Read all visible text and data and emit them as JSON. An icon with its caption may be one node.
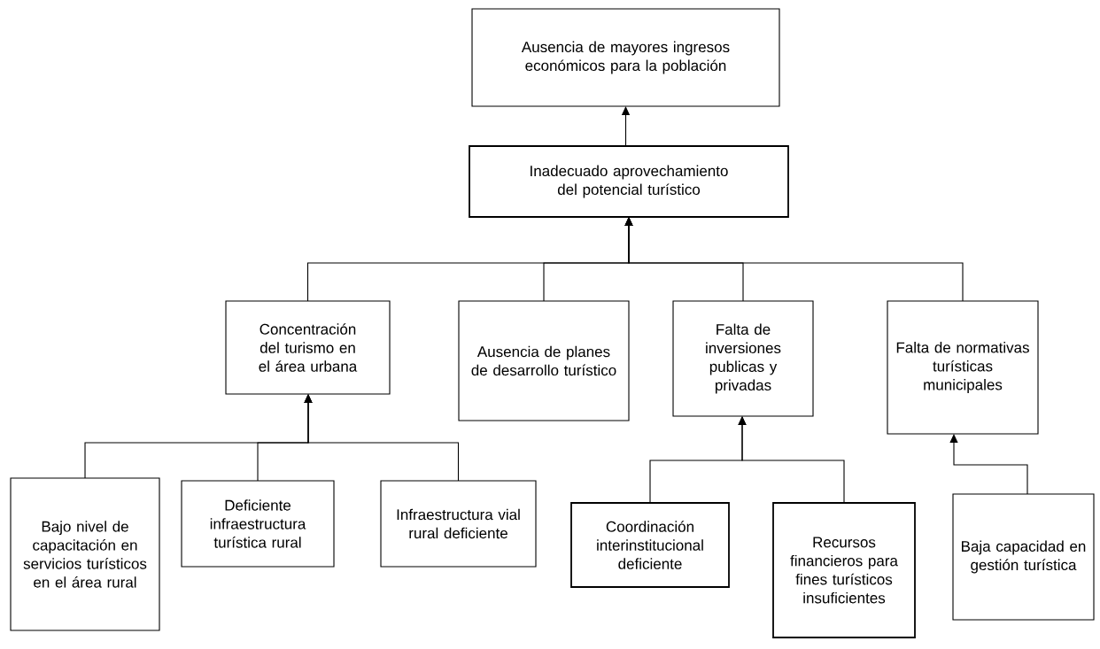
{
  "diagram": {
    "nodes": [
      {
        "text": [
          "Ausencia de mayores ingresos económicos para la población"
        ]
      },
      {
        "text": [
          "Inadecuado aprovechamiento del potencial turístico"
        ]
      },
      {
        "text": [
          "Concentración del turismo en el área urbana"
        ]
      },
      {
        "text": [
          "Ausencia de planes de desarrollo turístico"
        ]
      },
      {
        "text": [
          "Falta de inversiones publicas y privadas"
        ]
      },
      {
        "text": [
          "Falta de normativas turísticas municipales"
        ]
      },
      {
        "text": [
          "Bajo nivel de capacitación en servicios turísticos en el área rural"
        ]
      },
      {
        "text": [
          "Deficiente infraestructura turística rural"
        ]
      },
      {
        "text": [
          "Infraestructura vial rural deficiente"
        ]
      },
      {
        "text": [
          "Coordinación interinstitucional deficiente"
        ]
      },
      {
        "text": [
          "Recursos financieros para fines turísticos insuficientes"
        ]
      },
      {
        "text": [
          "Baja capacidad en gestión turística"
        ]
      }
    ],
    "edges": [
      {
        "from": 1,
        "to": 0,
        "arrow": "to"
      },
      {
        "from": 2,
        "to": 1,
        "arrow": "to"
      },
      {
        "from": 3,
        "to": 1,
        "arrow": "to"
      },
      {
        "from": 4,
        "to": 1,
        "arrow": "to"
      },
      {
        "from": 5,
        "to": 1,
        "arrow": "to"
      },
      {
        "from": 6,
        "to": 2,
        "arrow": "to"
      },
      {
        "from": 7,
        "to": 2,
        "arrow": "to"
      },
      {
        "from": 8,
        "to": 2,
        "arrow": "to"
      },
      {
        "from": 9,
        "to": 4,
        "arrow": "to"
      },
      {
        "from": 10,
        "to": 4,
        "arrow": "to"
      },
      {
        "from": 11,
        "to": 5,
        "arrow": "to"
      }
    ]
  }
}
